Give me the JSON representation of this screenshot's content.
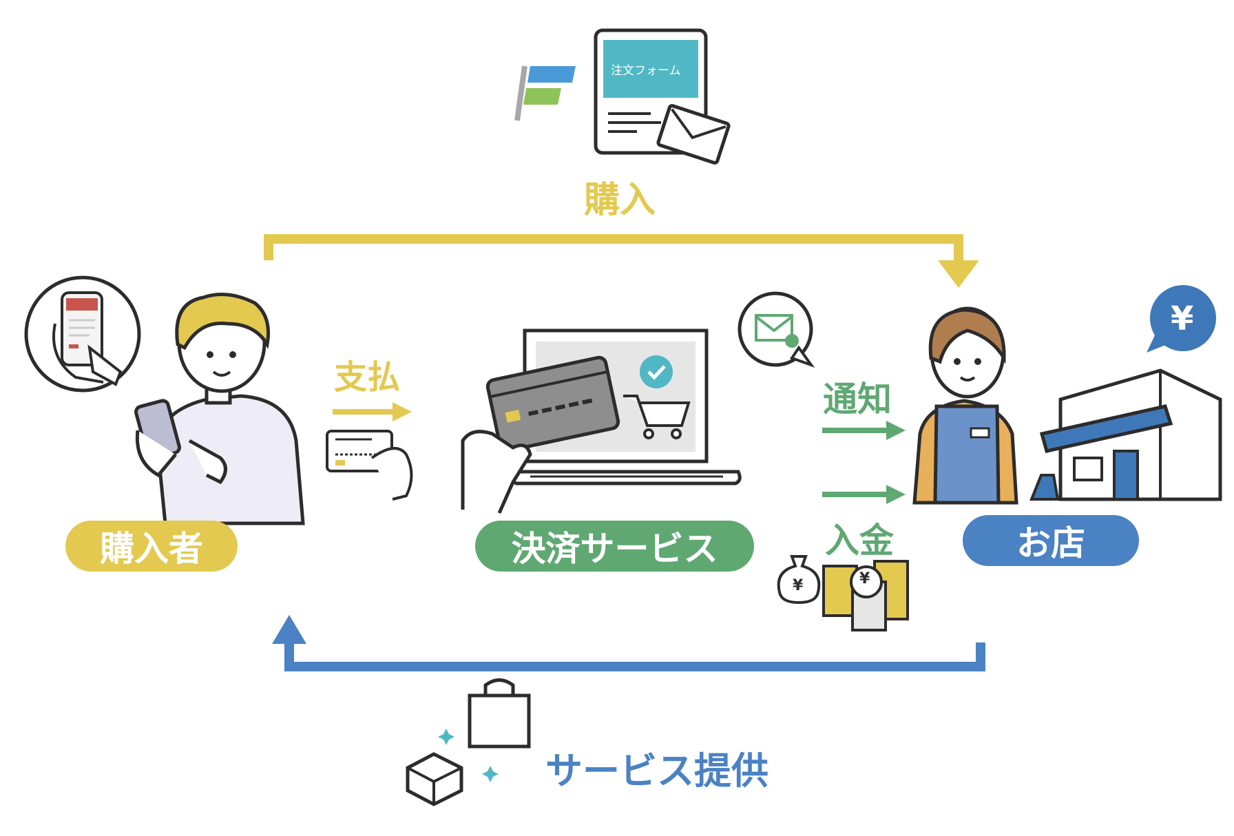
{
  "colors": {
    "yellow": "#e3c94f",
    "green": "#5fa872",
    "blue": "#4a82c3",
    "teal": "#4fb8c4",
    "line": "#2c2c2c"
  },
  "labels": {
    "purchase": "購入",
    "pay": "支払",
    "notify": "通知",
    "deposit": "入金",
    "service_provision": "サービス提供"
  },
  "nodes": {
    "buyer": "購入者",
    "payment_service": "決済サービス",
    "store": "お店"
  },
  "form_card": {
    "title": "注文フォーム"
  },
  "icons": {
    "yen_bubble": "¥",
    "coin": "¥",
    "money_bag": "¥"
  }
}
